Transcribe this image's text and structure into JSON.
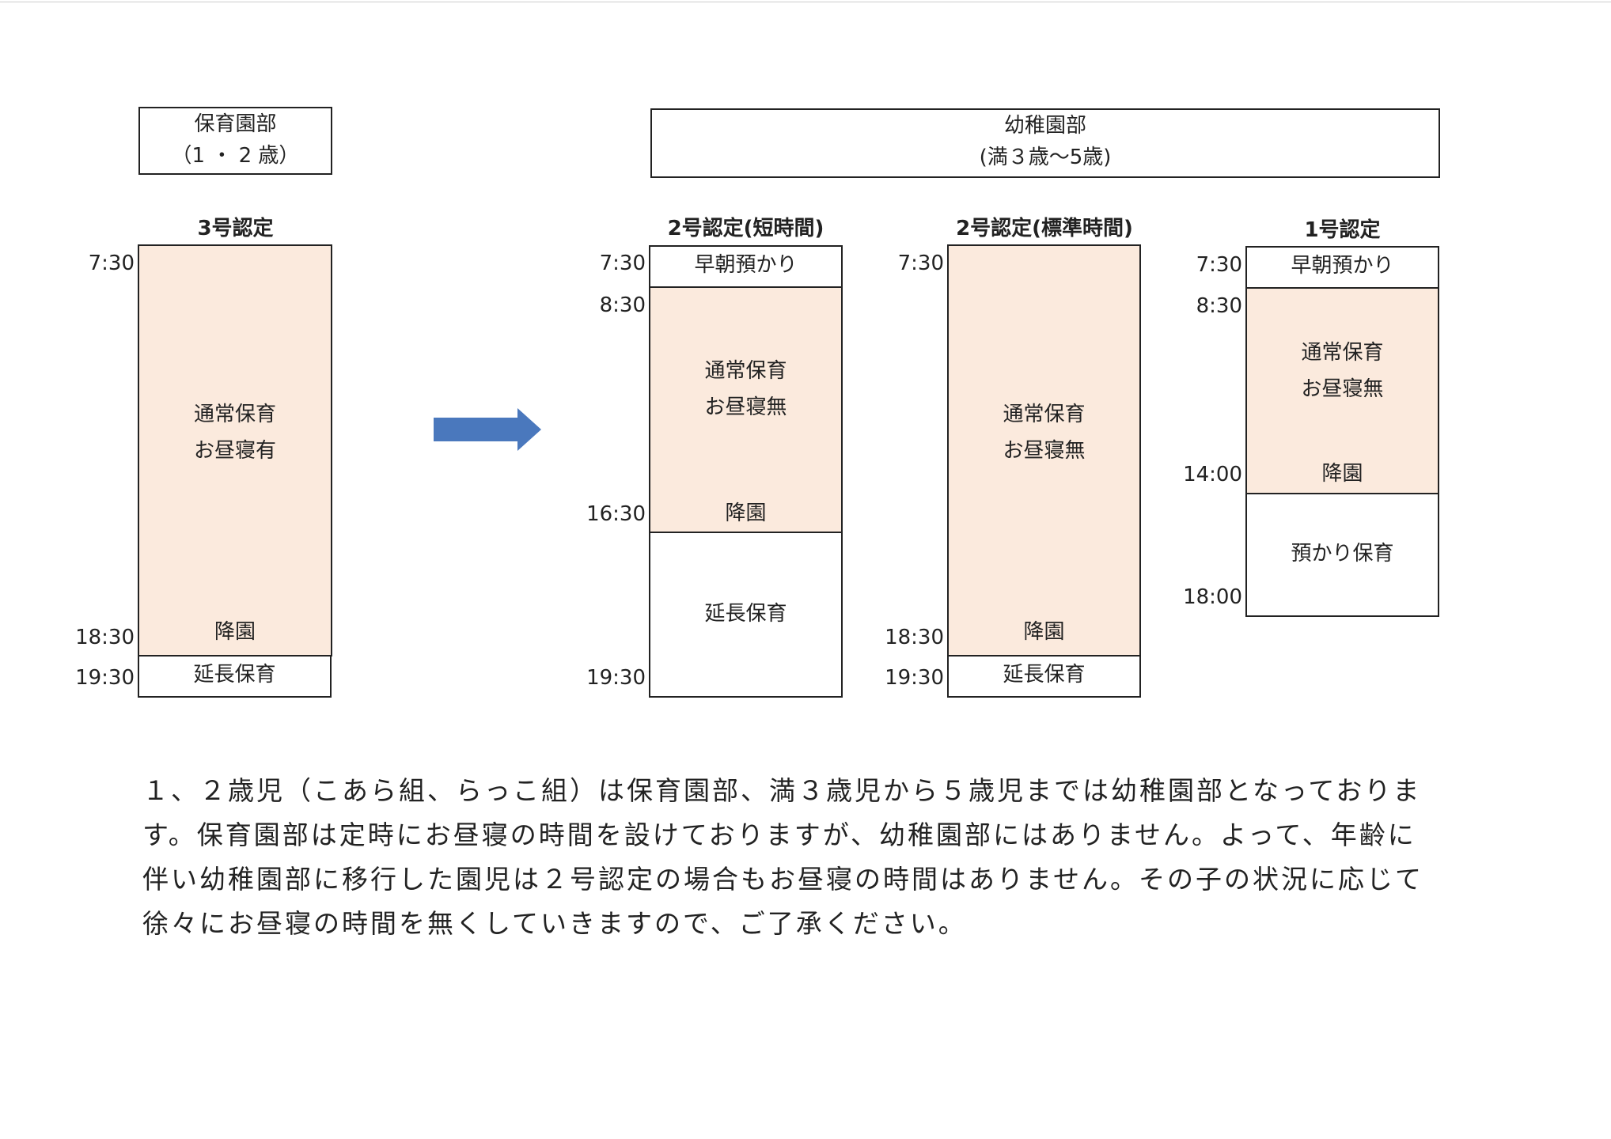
{
  "hoiku": {
    "title": "保育園部",
    "sub": "（1 ・ 2 歳）"
  },
  "youchi": {
    "title": "幼稚園部",
    "sub": "(満３歳〜5歳)"
  },
  "col3": {
    "header": "3号認定",
    "t0": "7:30",
    "t1": "18:30",
    "t2": "19:30",
    "main1": "通常保育",
    "main2": "お昼寝有",
    "exit": "降園",
    "ext": "延長保育"
  },
  "col2s": {
    "header": "2号認定(短時間)",
    "t0": "7:30",
    "t1": "8:30",
    "t2": "16:30",
    "t3": "19:30",
    "early": "早朝預かり",
    "main1": "通常保育",
    "main2": "お昼寝無",
    "exit": "降園",
    "ext": "延長保育"
  },
  "col2n": {
    "header": "2号認定(標準時間)",
    "t0": "7:30",
    "t1": "18:30",
    "t2": "19:30",
    "main1": "通常保育",
    "main2": "お昼寝無",
    "exit": "降園",
    "ext": "延長保育"
  },
  "col1": {
    "header": "1号認定",
    "t0": "7:30",
    "t1": "8:30",
    "t2": "14:00",
    "t3": "18:00",
    "early": "早朝預かり",
    "main1": "通常保育",
    "main2": "お昼寝無",
    "exit": "降園",
    "ext": "預かり保育"
  },
  "note": "１、２歳児（こあら組、らっこ組）は保育園部、満３歳児から５歳児までは幼稚園部となっております。保育園部は定時にお昼寝の時間を設けておりますが、幼稚園部にはありません。よって、年齢に伴い幼稚園部に移行した園児は２号認定の場合もお昼寝の時間はありません。その子の状況に応じて徐々にお昼寝の時間を無くしていきますので、ご了承ください。",
  "arrow_color": "#4a78bd",
  "fill_color": "#fbeadd"
}
